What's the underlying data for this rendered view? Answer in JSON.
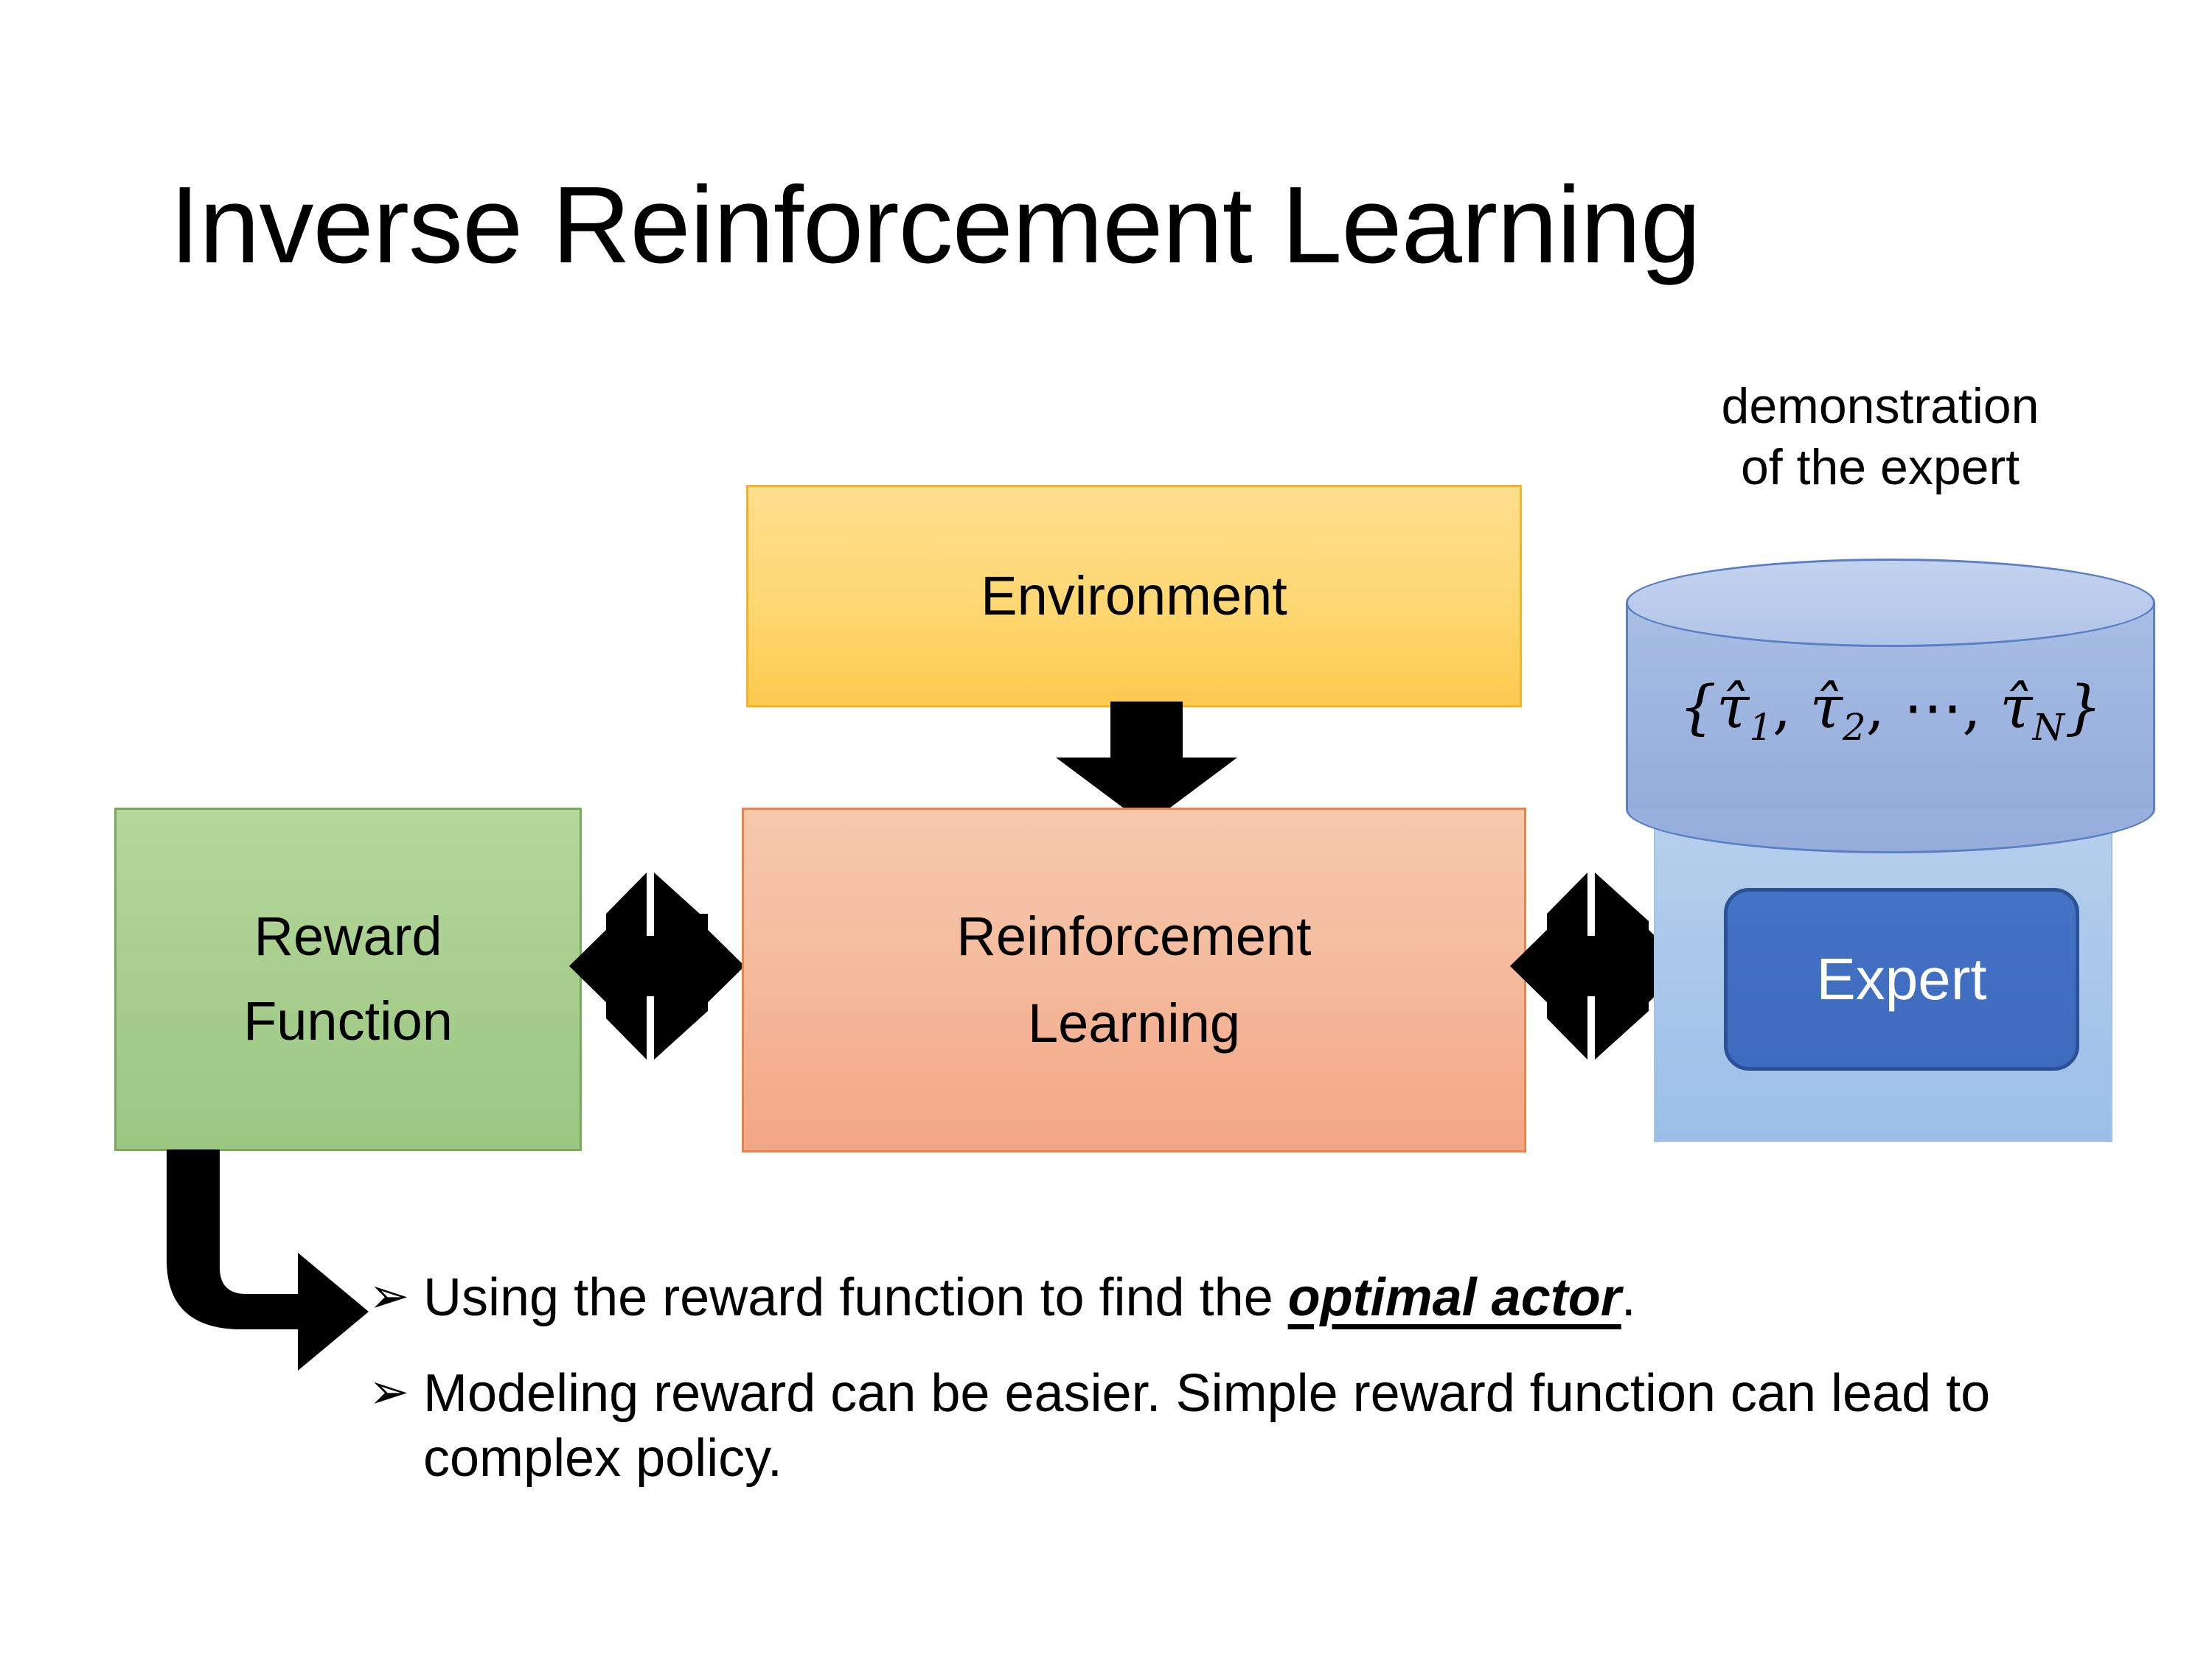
{
  "title": "Inverse Reinforcement Learning",
  "diagram": {
    "environment": {
      "label": "Environment",
      "color": "#FFD772",
      "border_color": "#F2B32A"
    },
    "reward_function": {
      "line1": "Reward",
      "line2": "Function",
      "color": "#A8CE8E",
      "border_color": "#7BA95B"
    },
    "reinforcement_learning": {
      "line1": "Reinforcement",
      "line2": "Learning",
      "color": "#F5BFA2",
      "border_color": "#E8834B"
    },
    "demonstration": {
      "caption_line1": "demonstration",
      "caption_line2": "of the expert",
      "formula_open": "{",
      "formula_tau1": "τ̂",
      "formula_sub1": "1",
      "formula_sep1": ", ",
      "formula_tau2": "τ̂",
      "formula_sub2": "2",
      "formula_sep2": ", ⋯, ",
      "formula_tau3": "τ̂",
      "formula_sub3": "N",
      "formula_close": "}",
      "cylinder_color": "#9FB6E0",
      "cylinder_border": "#5B7FC4"
    },
    "expert": {
      "label": "Expert",
      "color": "#4472C4",
      "text_color": "#FFFFFF",
      "container_color": "#A6C6EA"
    },
    "arrows": {
      "env_to_rl": "down-arrow",
      "reward_to_rl": "left-right-arrow",
      "rl_to_expert": "left-right-arrow",
      "reward_to_bullets": "elbow-arrow"
    }
  },
  "bullets": [
    {
      "marker": "➢",
      "text_before": "Using the reward function to find the ",
      "emphasis": "optimal actor",
      "text_after": "."
    },
    {
      "marker": "➢",
      "text_before": "Modeling reward can be easier. Simple reward function can lead to complex policy.",
      "emphasis": "",
      "text_after": ""
    }
  ]
}
